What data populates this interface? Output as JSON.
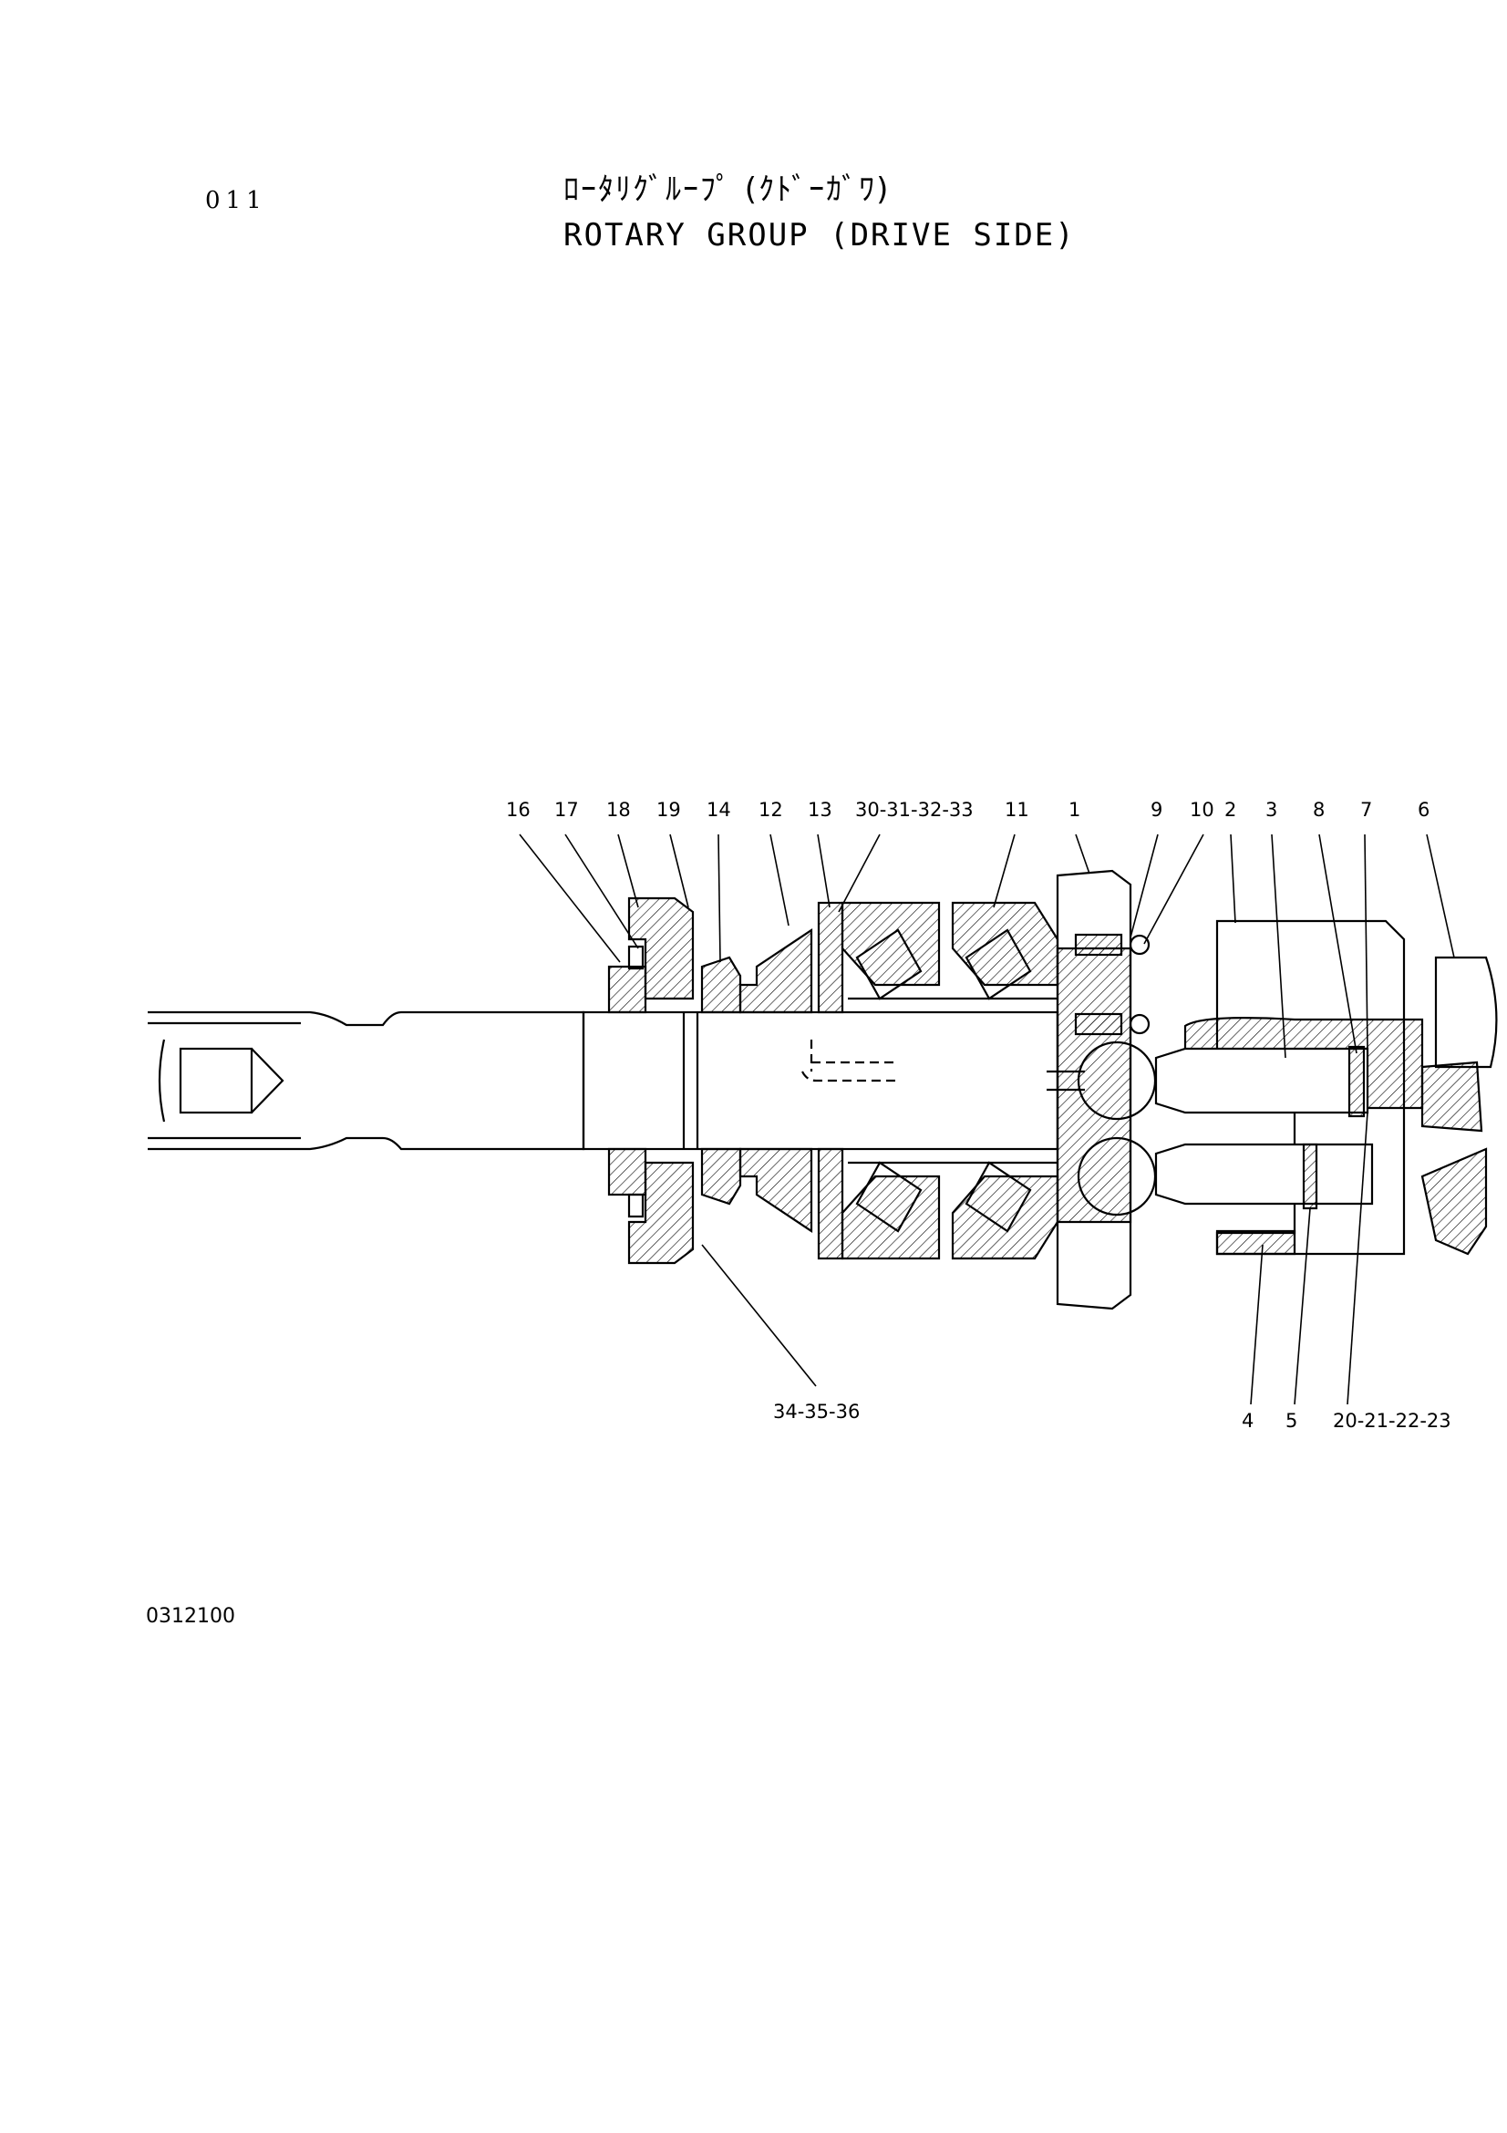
{
  "header": {
    "page_number": "011",
    "title_jp": "ﾛｰﾀﾘｸﾞﾙｰﾌﾟ (ｸﾄﾞｰｶﾞﾜ)",
    "title_en": "ROTARY GROUP (DRIVE SIDE)"
  },
  "callouts": {
    "top": [
      "16",
      "17",
      "18",
      "19",
      "14",
      "12",
      "13",
      "30-31-32-33",
      "11",
      "1",
      "9",
      "10",
      "2",
      "3",
      "8",
      "7",
      "6"
    ],
    "bottom": [
      "34-35-36",
      "4",
      "5",
      "20-21-22-23"
    ]
  },
  "footer": {
    "drawing_code": "0312100"
  }
}
